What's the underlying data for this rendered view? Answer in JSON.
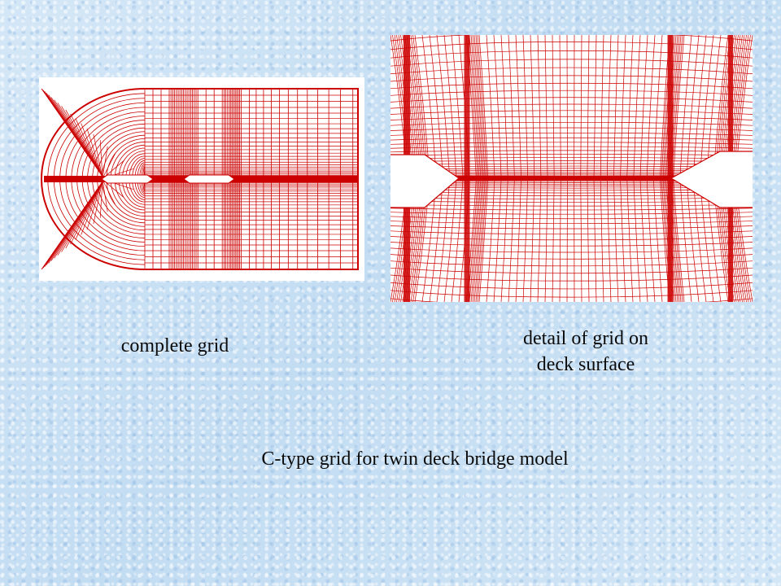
{
  "captions": {
    "complete": "complete grid",
    "detail_line1": "detail of  grid on",
    "detail_line2": "deck surface",
    "main": "C-type grid for twin deck bridge model"
  },
  "colors": {
    "grid_line": "#cc0000",
    "panel_bg": "#ffffff",
    "background": "#c9e0f4",
    "text": "#0b0b0b"
  }
}
